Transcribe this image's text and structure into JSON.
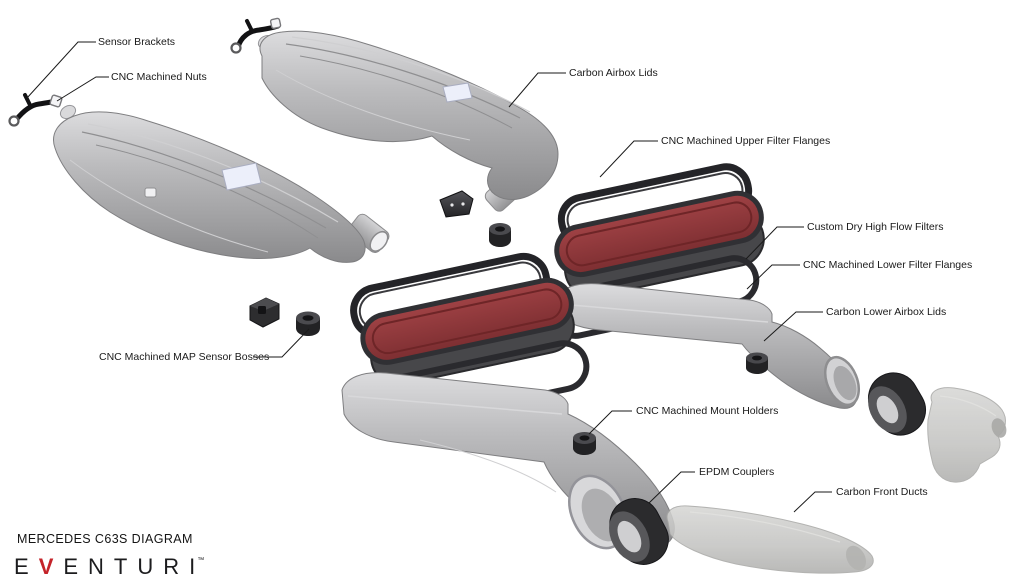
{
  "footer": {
    "title": "MERCEDES C63S DIAGRAM",
    "brand_prefix": "E",
    "brand_accent": "V",
    "brand_suffix": "ENTURI",
    "brand_tm": "™"
  },
  "colors": {
    "label_text": "#1a1a1a",
    "leader_line": "#1a1a1a",
    "filter_red": "#8e3537",
    "brand_accent_red": "#c4232a",
    "part_grey": "#b7b7b9",
    "dark_part": "#2b2b2d",
    "faded_grey": "#c9c9c7"
  },
  "labels": [
    {
      "id": "sensor-brackets",
      "text": "Sensor Brackets"
    },
    {
      "id": "cnc-machined-nuts",
      "text": "CNC Machined Nuts"
    },
    {
      "id": "carbon-airbox-lids",
      "text": "Carbon Airbox Lids"
    },
    {
      "id": "cnc-machined-upper-filter-flanges",
      "text": "CNC Machined Upper Filter Flanges"
    },
    {
      "id": "custom-dry-high-flow-filters",
      "text": "Custom Dry High Flow Filters"
    },
    {
      "id": "cnc-machined-lower-filter-flanges",
      "text": "CNC Machined Lower Filter Flanges"
    },
    {
      "id": "carbon-lower-airbox-lids",
      "text": "Carbon Lower Airbox Lids"
    },
    {
      "id": "cnc-machined-map-sensor-bosses",
      "text": "CNC Machined MAP Sensor Bosses"
    },
    {
      "id": "cnc-machined-mount-holders",
      "text": "CNC Machined Mount Holders"
    },
    {
      "id": "epdm-couplers",
      "text": "EPDM Couplers"
    },
    {
      "id": "carbon-front-ducts",
      "text": "Carbon Front Ducts"
    }
  ]
}
